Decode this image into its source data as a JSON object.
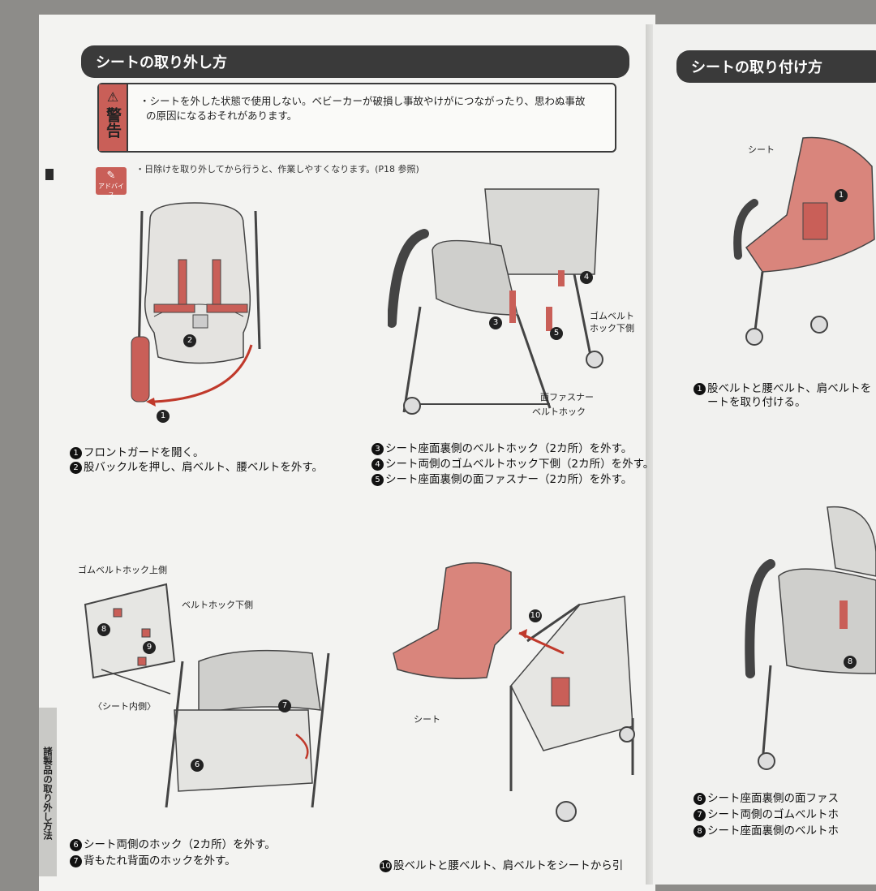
{
  "left_page": {
    "section_title": "シートの取り外し方",
    "warning": {
      "label": "警告",
      "icon": "warning-triangle-icon",
      "line1": "・シートを外した状態で使用しない。ベビーカーが破損し事故やけがにつながったり、思わぬ事故",
      "line2": "の原因になるおそれがあります。"
    },
    "advice": {
      "icon_label": "アドバイス",
      "text": "・日除けを取り外してから行うと、作業しやすくなります。(P18 参照)"
    },
    "steps_a": [
      {
        "num": "1",
        "text": "フロントガードを開く。"
      },
      {
        "num": "2",
        "text": "股バックルを押し、肩ベルト、腰ベルトを外す。"
      }
    ],
    "steps_b": [
      {
        "num": "3",
        "text": "シート座面裏側のベルトホック（2カ所）を外す。"
      },
      {
        "num": "4",
        "text": "シート両側のゴムベルトホック下側（2カ所）を外す。"
      },
      {
        "num": "5",
        "text": "シート座面裏側の面ファスナー（2カ所）を外す。"
      }
    ],
    "steps_c": [
      {
        "num": "6",
        "text": "シート両側のホック（2カ所）を外す。"
      },
      {
        "num": "7",
        "text": "背もたれ背面のホックを外す。"
      }
    ],
    "steps_d": [
      {
        "num": "10",
        "text": "股ベルトと腰ベルト、肩ベルトをシートから引"
      }
    ],
    "callouts": {
      "gom_belt_lower": "ゴムベルト",
      "gom_belt_lower2": "ホック下側",
      "face_fastener": "面ファスナー",
      "belt_hook": "ベルトホック",
      "gom_belt_upper": "ゴムベルトホック上側",
      "belt_hook_lower": "ベルトホック下側",
      "seat_inside": "〈シート内側〉",
      "seat": "シート"
    },
    "side_tab": "諸製品の取り外し方法"
  },
  "right_page": {
    "section_title": "シートの取り付け方",
    "callout_seat": "シート",
    "step1_line1": "股ベルトと腰ベルト、肩ベルトを",
    "step1_line2": "ートを取り付ける。",
    "steps_bottom": [
      {
        "num": "6",
        "text": "シート座面裏側の面ファス"
      },
      {
        "num": "7",
        "text": "シート両側のゴムベルトホ"
      },
      {
        "num": "8",
        "text": "シート座面裏側のベルトホ"
      }
    ]
  },
  "colors": {
    "accent_red": "#c95f58",
    "bar": "#3a3a3a",
    "paper": "#f3f3f1"
  }
}
